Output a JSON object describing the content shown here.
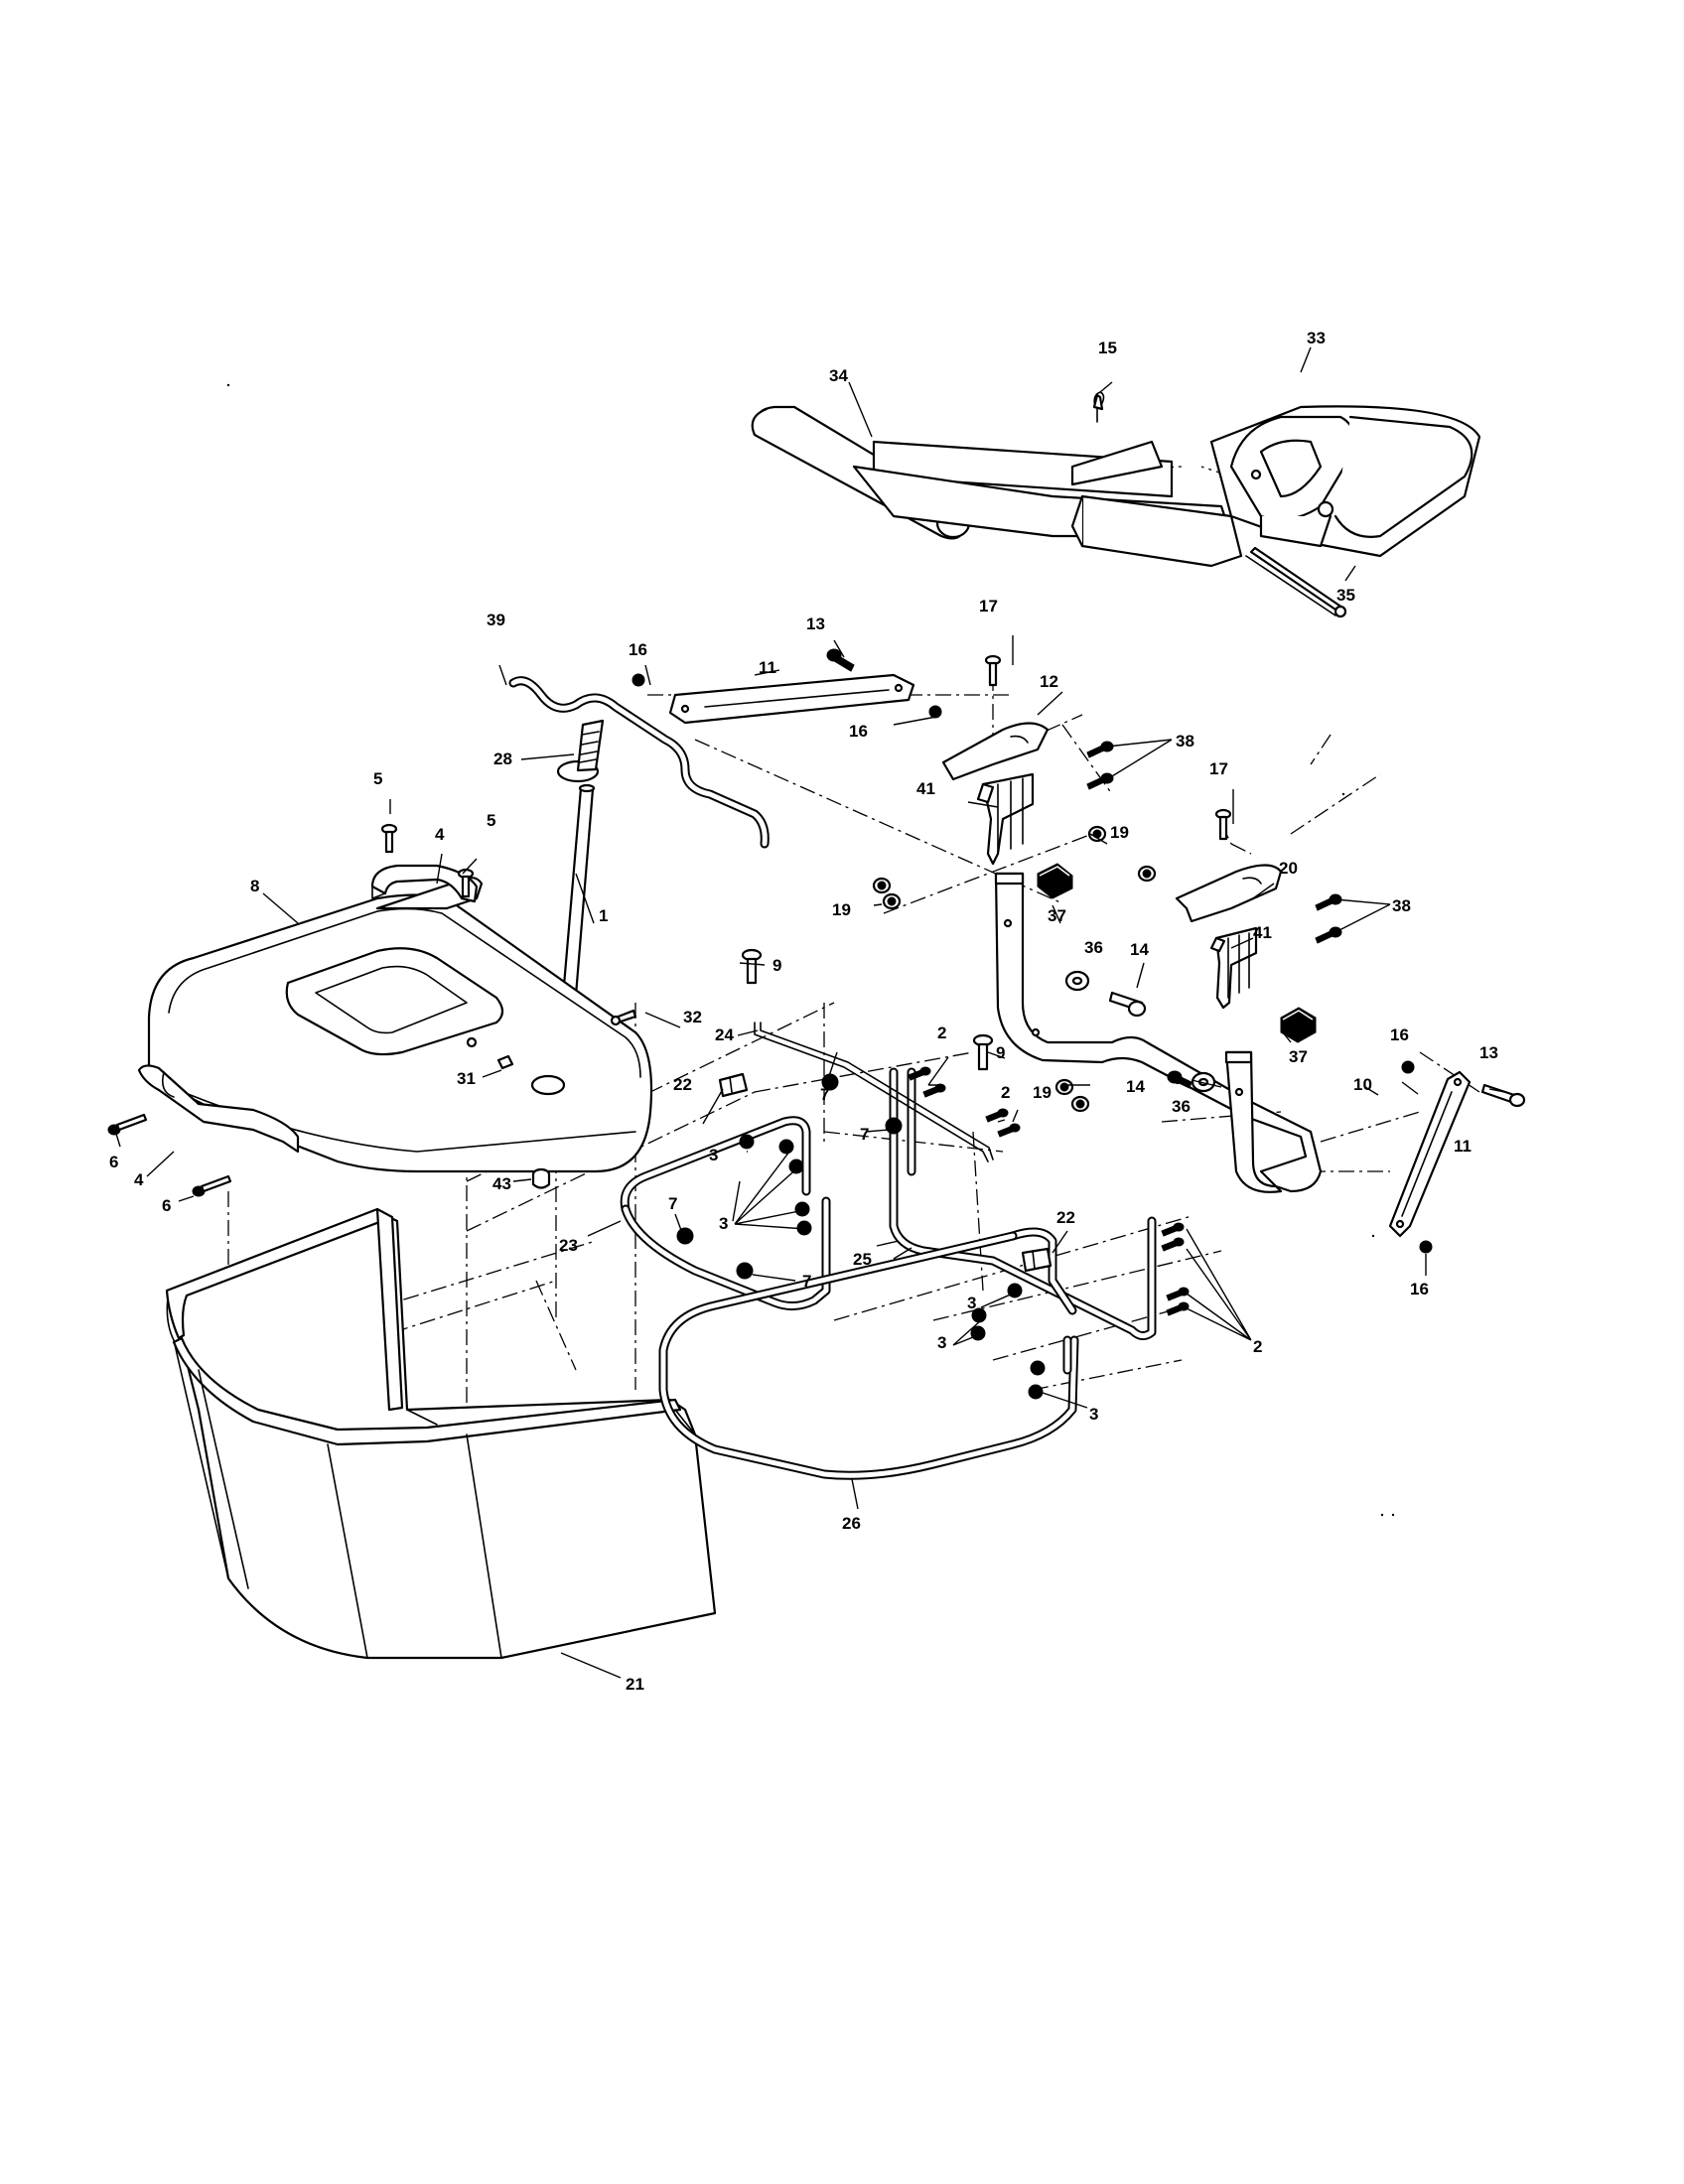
{
  "callouts": [
    {
      "id": "c1",
      "text": "1"
    },
    {
      "id": "c2a",
      "text": "2"
    },
    {
      "id": "c2b",
      "text": "2"
    },
    {
      "id": "c2c",
      "text": "2"
    },
    {
      "id": "c3a",
      "text": "3"
    },
    {
      "id": "c3b",
      "text": "3"
    },
    {
      "id": "c3c",
      "text": "3"
    },
    {
      "id": "c3d",
      "text": "3"
    },
    {
      "id": "c3e",
      "text": "3"
    },
    {
      "id": "c4a",
      "text": "4"
    },
    {
      "id": "c4b",
      "text": "4"
    },
    {
      "id": "c5a",
      "text": "5"
    },
    {
      "id": "c5b",
      "text": "5"
    },
    {
      "id": "c6a",
      "text": "6"
    },
    {
      "id": "c6b",
      "text": "6"
    },
    {
      "id": "c7a",
      "text": "7"
    },
    {
      "id": "c7b",
      "text": "7"
    },
    {
      "id": "c7c",
      "text": "7"
    },
    {
      "id": "c7d",
      "text": "7"
    },
    {
      "id": "c8",
      "text": "8"
    },
    {
      "id": "c9a",
      "text": "9"
    },
    {
      "id": "c9b",
      "text": "9"
    },
    {
      "id": "c10",
      "text": "10"
    },
    {
      "id": "c11a",
      "text": "11"
    },
    {
      "id": "c11b",
      "text": "11"
    },
    {
      "id": "c12",
      "text": "12"
    },
    {
      "id": "c13a",
      "text": "13"
    },
    {
      "id": "c13b",
      "text": "13"
    },
    {
      "id": "c14a",
      "text": "14"
    },
    {
      "id": "c14b",
      "text": "14"
    },
    {
      "id": "c15",
      "text": "15"
    },
    {
      "id": "c16a",
      "text": "16"
    },
    {
      "id": "c16b",
      "text": "16"
    },
    {
      "id": "c16c",
      "text": "16"
    },
    {
      "id": "c16d",
      "text": "16"
    },
    {
      "id": "c17a",
      "text": "17"
    },
    {
      "id": "c17b",
      "text": "17"
    },
    {
      "id": "c19a",
      "text": "19"
    },
    {
      "id": "c19b",
      "text": "19"
    },
    {
      "id": "c19c",
      "text": "19"
    },
    {
      "id": "c20",
      "text": "20"
    },
    {
      "id": "c21",
      "text": "21"
    },
    {
      "id": "c22a",
      "text": "22"
    },
    {
      "id": "c22b",
      "text": "22"
    },
    {
      "id": "c23",
      "text": "23"
    },
    {
      "id": "c24",
      "text": "24"
    },
    {
      "id": "c25",
      "text": "25"
    },
    {
      "id": "c26",
      "text": "26"
    },
    {
      "id": "c28",
      "text": "28"
    },
    {
      "id": "c31",
      "text": "31"
    },
    {
      "id": "c32",
      "text": "32"
    },
    {
      "id": "c33",
      "text": "33"
    },
    {
      "id": "c34",
      "text": "34"
    },
    {
      "id": "c35",
      "text": "35"
    },
    {
      "id": "c36a",
      "text": "36"
    },
    {
      "id": "c36b",
      "text": "36"
    },
    {
      "id": "c37a",
      "text": "37"
    },
    {
      "id": "c37b",
      "text": "37"
    },
    {
      "id": "c38a",
      "text": "38"
    },
    {
      "id": "c38b",
      "text": "38"
    },
    {
      "id": "c39",
      "text": "39"
    },
    {
      "id": "c41a",
      "text": "41"
    },
    {
      "id": "c41b",
      "text": "41"
    },
    {
      "id": "c43",
      "text": "43"
    }
  ]
}
